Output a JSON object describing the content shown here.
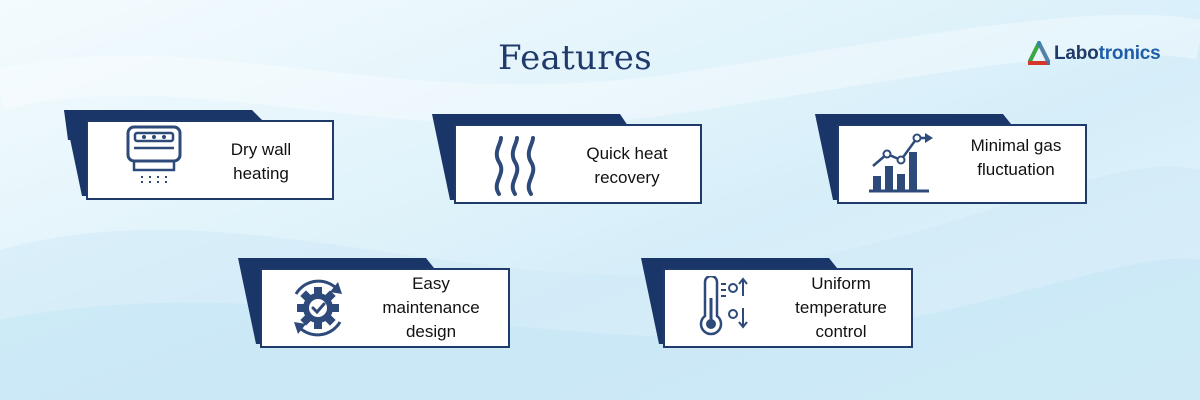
{
  "title": "Features",
  "brand": {
    "part1": "Labo",
    "part2": "tronics"
  },
  "features": [
    {
      "line1": "Dry wall",
      "line2": "heating",
      "line3": "",
      "icon": "dry-wall-heater-icon"
    },
    {
      "line1": "Quick heat",
      "line2": "recovery",
      "line3": "",
      "icon": "heat-waves-icon"
    },
    {
      "line1": "Minimal gas",
      "line2": "fluctuation",
      "line3": "",
      "icon": "growth-chart-icon"
    },
    {
      "line1": "Easy",
      "line2": "maintenance",
      "line3": "design",
      "icon": "gear-check-icon"
    },
    {
      "line1": "Uniform",
      "line2": "temperature",
      "line3": "control",
      "icon": "thermometer-icon"
    }
  ],
  "colors": {
    "navy": "#1f3a6b",
    "tab": "#1a3568",
    "border": "#1f3a6b",
    "icon": "#2e4a7a"
  }
}
